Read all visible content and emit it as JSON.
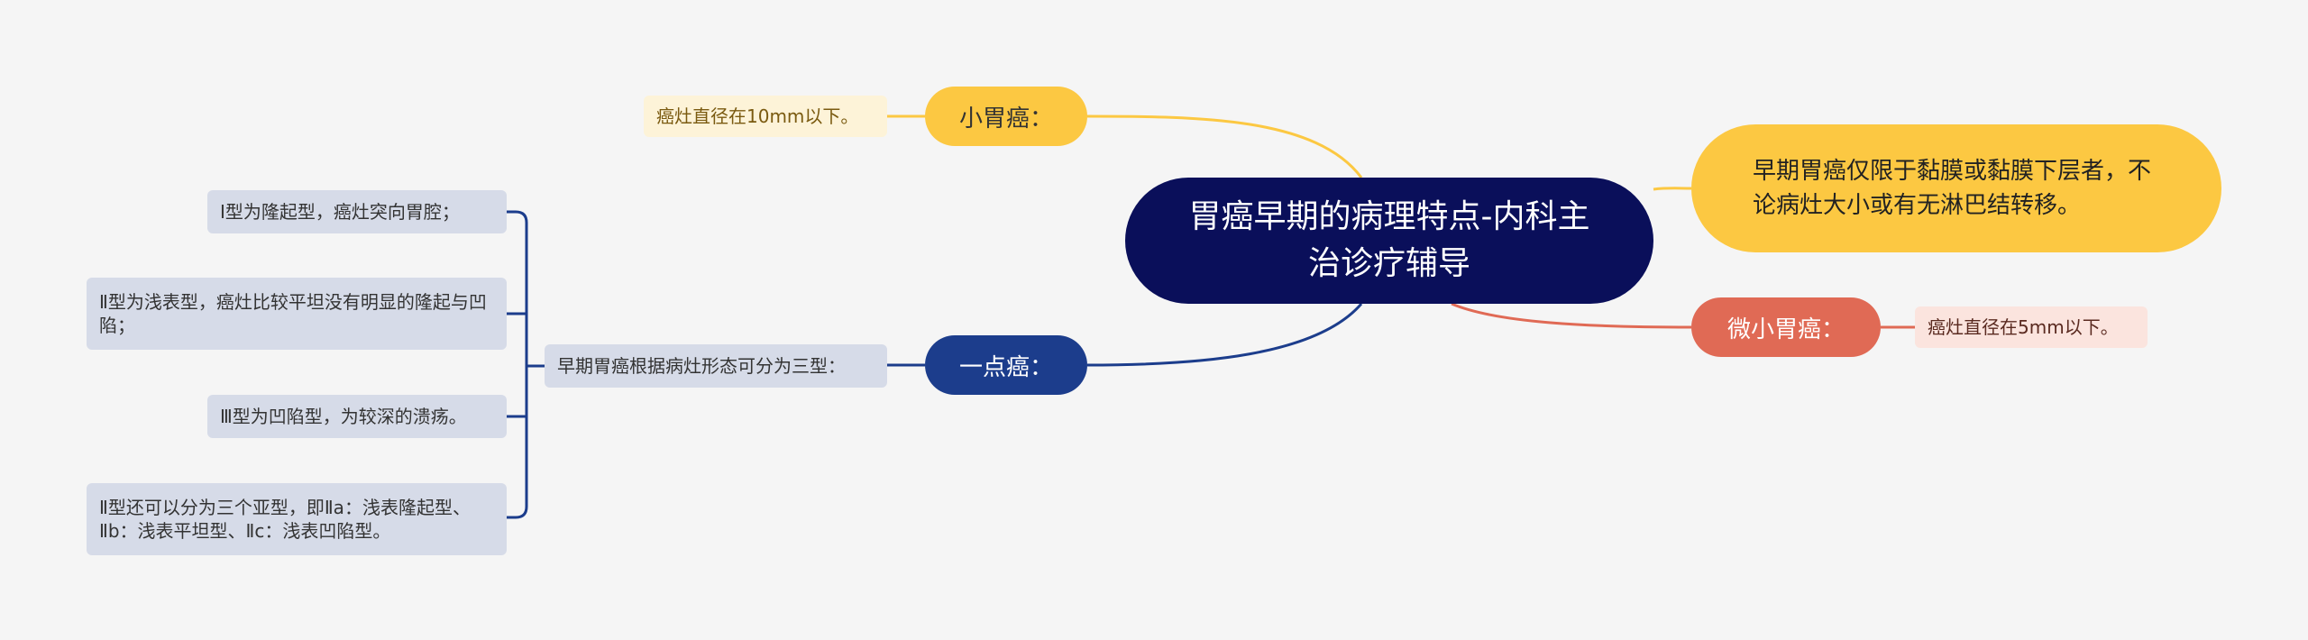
{
  "colors": {
    "background": "#f5f5f5",
    "root": "#0a0f5a",
    "yellow": "#fcc842",
    "navy": "#1c3d8c",
    "coral": "#e06a55",
    "leaf_gray": "#d6dbe8"
  },
  "root": {
    "label": "胃癌早期的病理特点-内科主治诊疗辅导"
  },
  "branches": {
    "small": {
      "label": "小胃癌：",
      "detail": "癌灶直径在10mm以下。"
    },
    "definition": {
      "text": "早期胃癌仅限于黏膜或黏膜下层者，不论病灶大小或有无淋巴结转移。"
    },
    "micro": {
      "label": "微小胃癌：",
      "detail": "癌灶直径在5mm以下。"
    },
    "one_point": {
      "label": "一点癌：",
      "detail": "早期胃癌根据病灶形态可分为三型：",
      "types": [
        "Ⅰ型为隆起型，癌灶突向胃腔；",
        "Ⅱ型为浅表型，癌灶比较平坦没有明显的隆起与凹陷；",
        "Ⅲ型为凹陷型，为较深的溃疡。",
        "Ⅱ型还可以分为三个亚型，即Ⅱa：浅表隆起型、Ⅱb：浅表平坦型、Ⅱc：浅表凹陷型。"
      ]
    }
  }
}
